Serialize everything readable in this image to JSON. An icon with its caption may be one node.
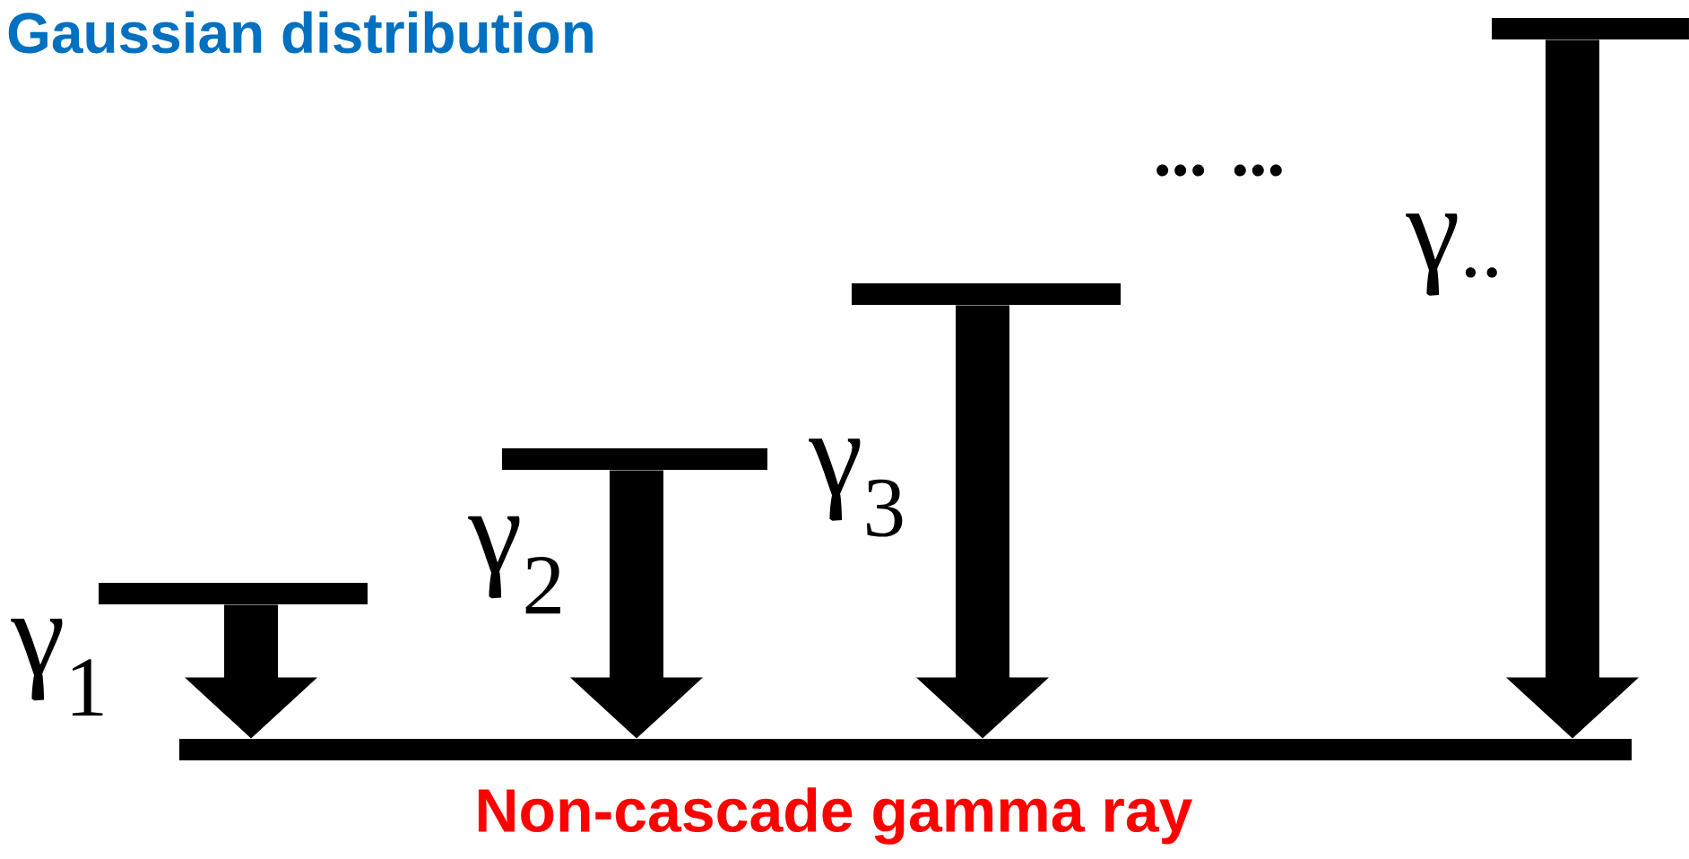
{
  "diagram": {
    "title": "Gaussian distribution",
    "caption": "Non-cascade gamma ray",
    "nodes": [
      {
        "text": [],
        "shape": "bar"
      },
      {
        "text": [],
        "shape": "bar"
      },
      {
        "text": [],
        "shape": "bar"
      },
      {
        "text": [],
        "shape": "bar"
      },
      {
        "text": [],
        "shape": "bar"
      }
    ],
    "edges": [
      {
        "from": 1,
        "to": 0,
        "arrow": "to",
        "label": "γ$_{1}$"
      },
      {
        "from": 2,
        "to": 0,
        "arrow": "to",
        "label": "γ$_{2}$"
      },
      {
        "from": 3,
        "to": 0,
        "arrow": "to",
        "label": "γ$_{3}$"
      },
      {
        "from": 4,
        "to": 0,
        "arrow": "to",
        "label": "γ$_{..}$"
      }
    ],
    "labels": [
      "... ..."
    ]
  }
}
